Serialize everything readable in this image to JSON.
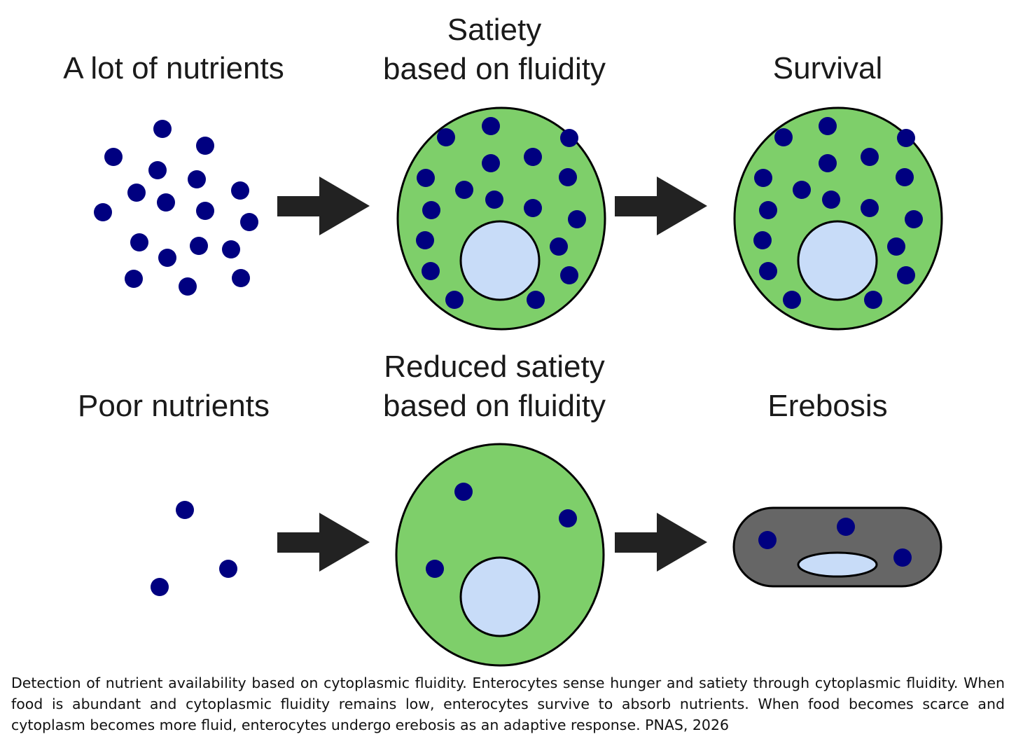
{
  "figure": {
    "top_row": {
      "source_label": "A lot of nutrients",
      "middle_label_line1": "Satiety",
      "middle_label_line2": "based on fluidity",
      "outcome_label": "Survival"
    },
    "bottom_row": {
      "source_label": "Poor nutrients",
      "middle_label_line1": "Reduced satiety",
      "middle_label_line2": "based on fluidity",
      "outcome_label": "Erebosis"
    },
    "colors": {
      "nutrient": "#000080",
      "cytoplasm": "#7ecf6a",
      "nucleus": "#c8dcf8",
      "erebotic_cell": "#666666",
      "arrow": "#222222",
      "outline": "#000000"
    }
  },
  "caption": {
    "text": "Detection of nutrient availability based on cytoplasmic fluidity. Enterocytes sense hunger and satiety through cytoplasmic fluidity. When food is abundant and cytoplasmic fluidity remains low, enterocytes survive to absorb nutrients. When food becomes scarce and cytoplasm becomes more fluid, enterocytes undergo erebosis as an adaptive response. PNAS, 2026"
  }
}
